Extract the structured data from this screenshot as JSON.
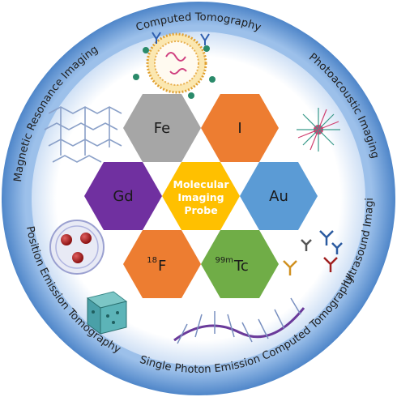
{
  "ring": {
    "outer_color": "#5b8fd0",
    "inner_color": "#ffffff",
    "labels": {
      "ct": "Computed Tomography",
      "pai": "Photoacoustic Imaging",
      "us": "Ultrasound Imaging",
      "spect": "Single Photon Emission Computed Tomography",
      "pet": "Position Emission Tomography",
      "mri": "Magnetic Resonance Imaging"
    }
  },
  "hexagons": {
    "fe": {
      "label": "Fe",
      "color": "#a6a6a6"
    },
    "i": {
      "label": "I",
      "color": "#ed7d31"
    },
    "gd": {
      "label": "Gd",
      "color": "#7030a0"
    },
    "au": {
      "label": "Au",
      "color": "#5b9bd5"
    },
    "f18": {
      "sup": "18",
      "label": "F",
      "color": "#ed7d31"
    },
    "tc99m": {
      "sup": "99m",
      "label": "Tc",
      "color": "#70ad47"
    },
    "center": {
      "line1": "Molecular",
      "line2": "Imaging",
      "line3": "Probe",
      "color": "#ffc000"
    }
  }
}
